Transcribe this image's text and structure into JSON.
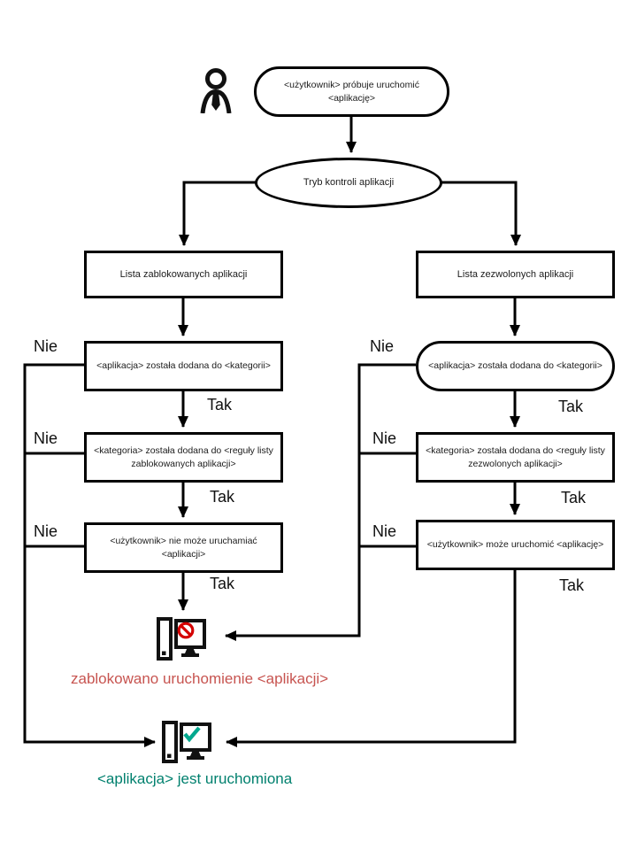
{
  "diagram": {
    "start": "<użytkownik> próbuje uruchomić <aplikację>",
    "mode": "Tryb kontroli aplikacji",
    "left_branch": {
      "list": "Lista zablokowanych aplikacji",
      "step1": "<aplikacja>  została dodana do  <kategorii>",
      "step2": "<kategoria> została dodana do <reguły listy zablokowanych aplikacji>",
      "step3": "<użytkownik> nie może uruchamiać <aplikacji>",
      "outcome": "zablokowano uruchomienie  <aplikacji>"
    },
    "right_branch": {
      "list": "Lista zezwolonych aplikacji",
      "step1": "<aplikacja>  została dodana do  <kategorii>",
      "step2": "<kategoria> została dodana do <reguły listy zezwolonych aplikacji>",
      "step3": "<użytkownik> może uruchomić <aplikację>",
      "outcome": "<aplikacja> jest uruchomiona"
    },
    "labels": {
      "yes": "Tak",
      "no": "Nie"
    },
    "icons": {
      "user": "user-icon",
      "blocked": "computer-blocked-icon",
      "allowed": "computer-allowed-icon"
    },
    "colors": {
      "line": "#000000",
      "blocked_text": "#c75450",
      "allowed_text": "#00806e",
      "prohibition": "#d40000",
      "check": "#00a88e"
    }
  }
}
